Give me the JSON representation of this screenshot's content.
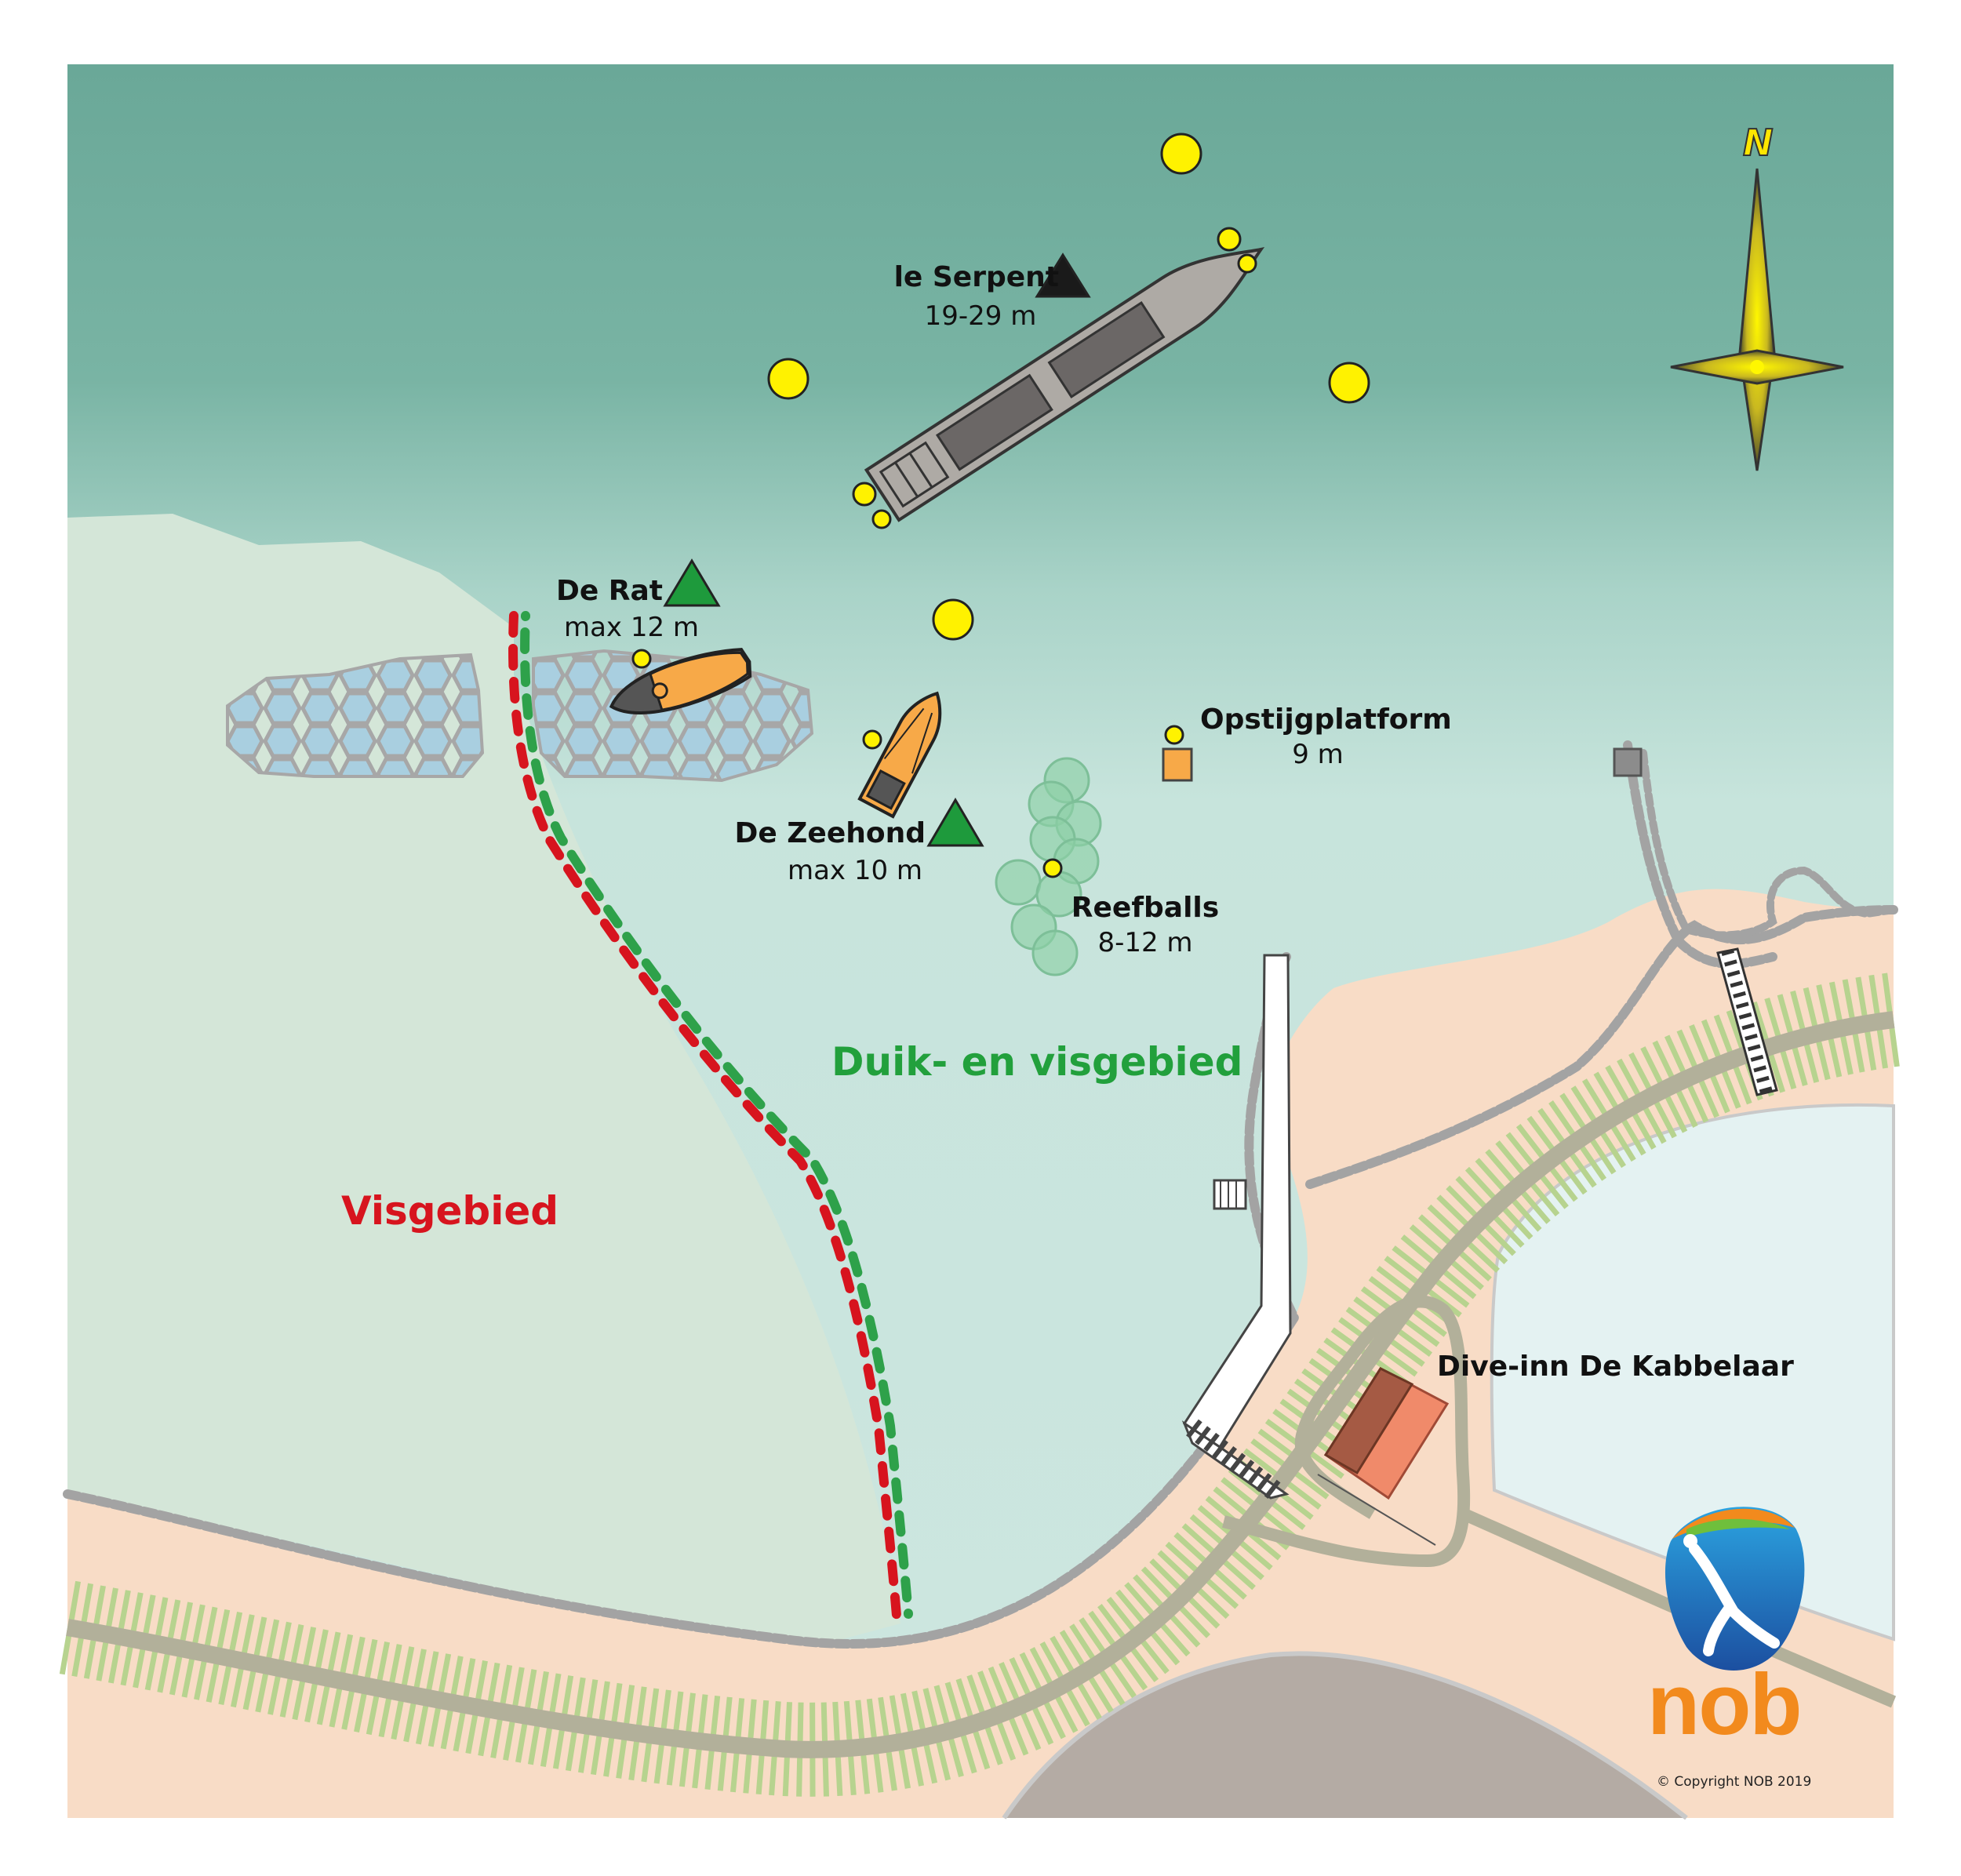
{
  "sites": [
    {
      "name": "le Serpent",
      "depth": "19-29 m"
    },
    {
      "name": "De Rat",
      "depth": "max 12 m"
    },
    {
      "name": "De Zeehond",
      "depth": "max 10 m"
    },
    {
      "name": "Opstijgplatform",
      "depth": "9 m"
    },
    {
      "name": "Reefballs",
      "depth": "8-12 m"
    }
  ],
  "zones": {
    "dive_and_fish": "Duik- en visgebied",
    "fish": "Visgebied"
  },
  "building": "Dive-inn De Kabbelaar",
  "compass": "N",
  "logo": {
    "wordmark": "nob"
  },
  "copyright": "© Copyright NOB 2019",
  "colors": {
    "deep_water": "#6aa898",
    "shallow_water": "#cde6e0",
    "fishing_area": "#d4e6d8",
    "sand": "#f8dcc6",
    "rails": "#b7d38f",
    "buoy": "#fff200",
    "site_marker_green": "#1e9a3c",
    "site_marker_black": "#1a1a1a",
    "dive_zone_text": "#22a03c",
    "fish_zone_text": "#d7141e"
  }
}
